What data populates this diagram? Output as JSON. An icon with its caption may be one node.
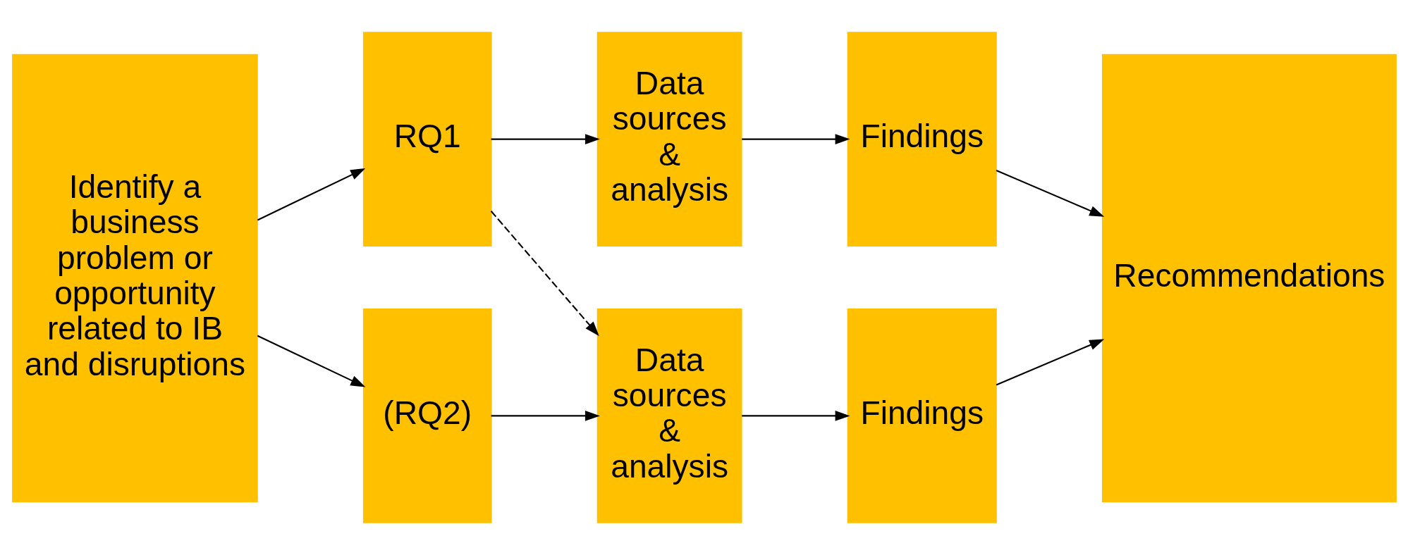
{
  "diagram": {
    "nodes": [
      {
        "text": [
          "Identify a business problem or opportunity related to IB and disruptions"
        ]
      },
      {
        "text": [
          "RQ1"
        ]
      },
      {
        "text": [
          "(RQ2)"
        ]
      },
      {
        "text": [
          "Data sources & analysis"
        ]
      },
      {
        "text": [
          "Data sources & analysis"
        ]
      },
      {
        "text": [
          "Findings"
        ]
      },
      {
        "text": [
          "Findings"
        ]
      },
      {
        "text": [
          "Recommendations"
        ]
      }
    ],
    "edges": [
      {
        "from": 0,
        "to": 1,
        "arrow": "to"
      },
      {
        "from": 0,
        "to": 2,
        "arrow": "to"
      },
      {
        "from": 1,
        "to": 3,
        "arrow": "to"
      },
      {
        "from": 1,
        "to": 4,
        "arrow": "to",
        "style": "dashed"
      },
      {
        "from": 2,
        "to": 4,
        "arrow": "to"
      },
      {
        "from": 3,
        "to": 5,
        "arrow": "to"
      },
      {
        "from": 4,
        "to": 6,
        "arrow": "to"
      },
      {
        "from": 5,
        "to": 7,
        "arrow": "to"
      },
      {
        "from": 6,
        "to": 7,
        "arrow": "to"
      }
    ]
  }
}
